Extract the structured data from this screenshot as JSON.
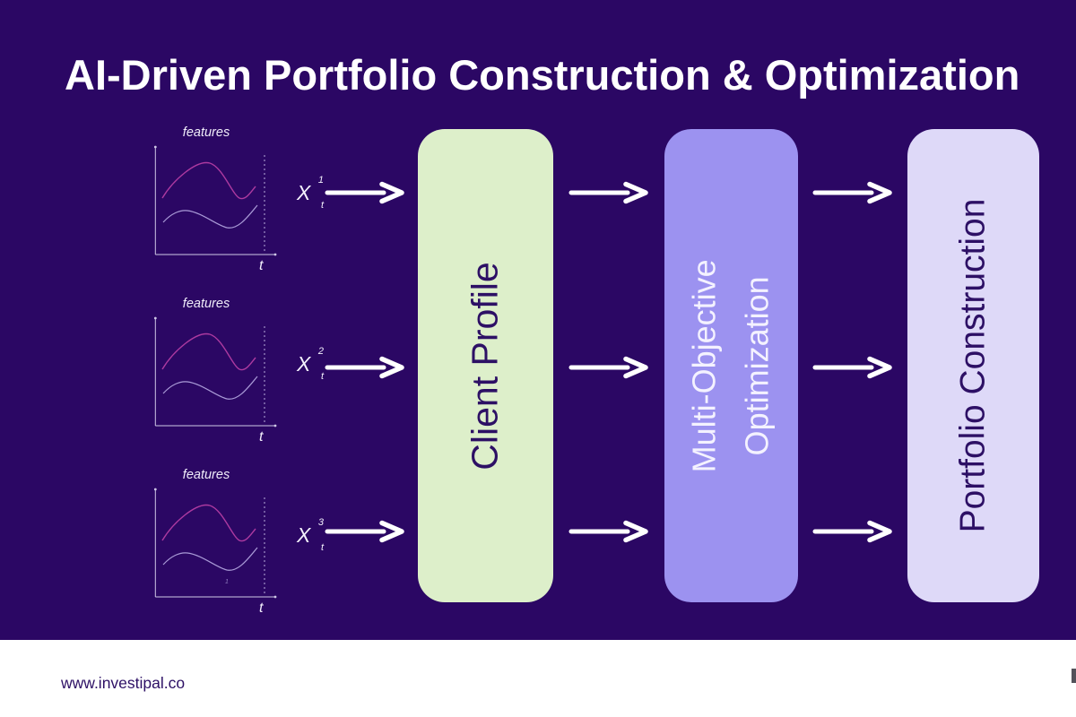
{
  "title": "AI-Driven Portfolio Construction & Optimization",
  "colors": {
    "background": "#2b0764",
    "title_text": "#ffffff",
    "stage1_bg": "#ddefca",
    "stage2_bg": "#9c92f0",
    "stage3_bg": "#ded9f8",
    "stage_dark_text": "#2d1065",
    "stage_light_text": "#f4f2ff",
    "curve_primary": "#ad3aa0",
    "curve_secondary": "#b7abe3",
    "arrow": "#ffffff",
    "footer_bg": "#ffffff",
    "footer_text": "#2d1065"
  },
  "inputs": [
    {
      "features_label": "features",
      "time_label": "t",
      "symbol": "X",
      "superscript": "1",
      "subscript": "t"
    },
    {
      "features_label": "features",
      "time_label": "t",
      "symbol": "X",
      "superscript": "2",
      "subscript": "t"
    },
    {
      "features_label": "features",
      "time_label": "t",
      "symbol": "X",
      "superscript": "3",
      "subscript": "t",
      "stray_mark": "1"
    }
  ],
  "stages": [
    {
      "label": "Client Profile"
    },
    {
      "label": "Multi-Objective Optimization",
      "lines": [
        "Multi-Objective",
        "Optimization"
      ]
    },
    {
      "label": "Portfolio Construction"
    }
  ],
  "footer": {
    "website": "www.investipal.co"
  }
}
